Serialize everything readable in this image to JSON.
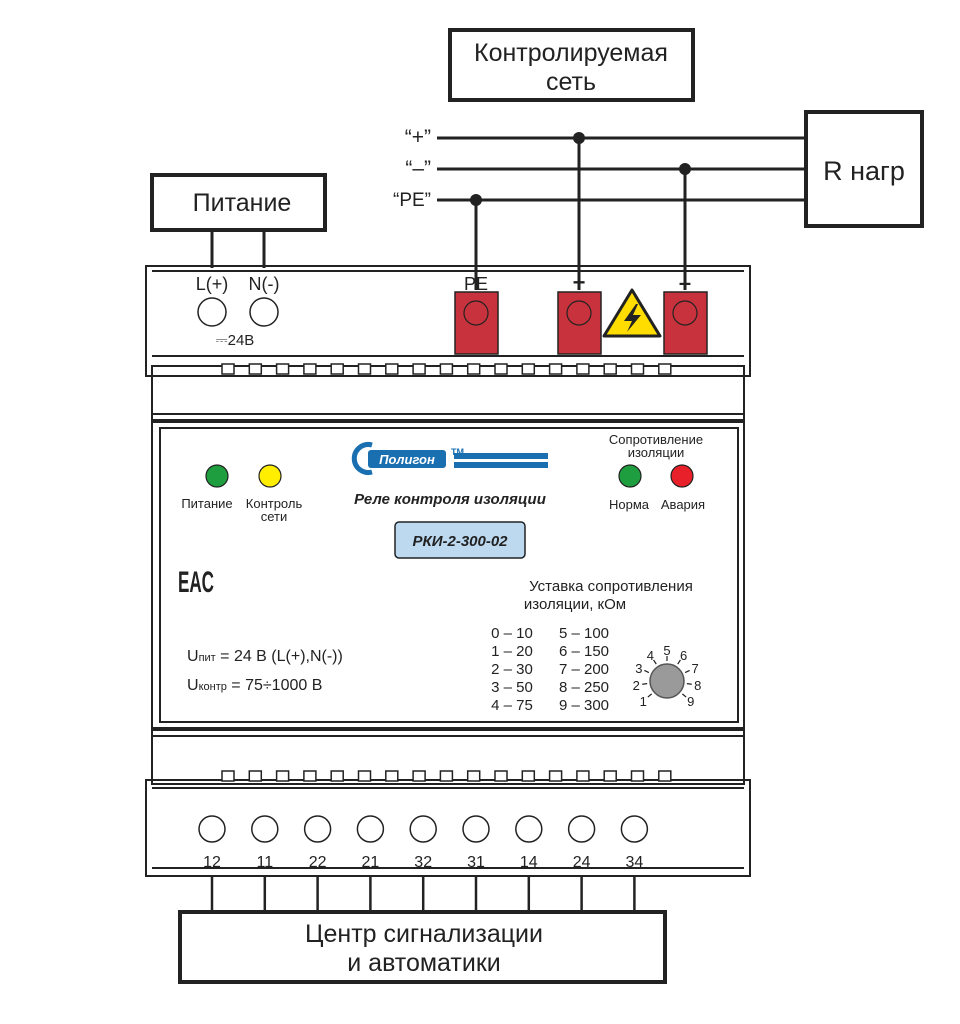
{
  "boxes": {
    "network_line1": "Контролируемая",
    "network_line2": "сеть",
    "power": "Питание",
    "load": "R нагр",
    "center_line1": "Центр сигнализации",
    "center_line2": "и автоматики"
  },
  "line_labels": {
    "plus": "“+”",
    "minus": "“–”",
    "pe": "“PE”"
  },
  "top_terminals": {
    "l_plus": "L(+)",
    "n_minus": "N(-)",
    "voltage": "⎓24В",
    "pe": "PE",
    "plus": "+",
    "minus": "–"
  },
  "front": {
    "brand": "Полигон",
    "brand_tm": "TM",
    "product_name": "Реле контроля изоляции",
    "model": "РКИ-2-300-02",
    "led_power_label": "Питание",
    "led_control_line1": "Контроль",
    "led_control_line2": "сети",
    "resistance_title_line1": "Сопротивление",
    "resistance_title_line2": "изоляции",
    "led_norm_label": "Норма",
    "led_alarm_label": "Авария",
    "cert_mark": "EAC",
    "supply_prefix": "U",
    "supply_sub": "пит",
    "supply_value": " = 24 В (L(+),N(-))",
    "control_prefix": "U",
    "control_sub": "контр",
    "control_value": " = 75÷1000 В",
    "setting_title_line1": "Уставка сопротивления",
    "setting_title_line2": "изоляции, кОм",
    "settings_left": [
      "0 – 10",
      "1 – 20",
      "2 – 30",
      "3 – 50",
      "4 – 75"
    ],
    "settings_right": [
      "5 – 100",
      "6 – 150",
      "7 – 200",
      "8 – 250",
      "9 – 300"
    ],
    "dial_numbers": [
      "1",
      "2",
      "3",
      "4",
      "5",
      "6",
      "7",
      "8",
      "9"
    ]
  },
  "bottom_terminals": [
    "12",
    "11",
    "22",
    "21",
    "32",
    "31",
    "14",
    "24",
    "34"
  ],
  "colors": {
    "led_green": "#1e9e3e",
    "led_yellow": "#ffee00",
    "led_red": "#e8202a",
    "terminal_red": "#c8323c",
    "model_bg": "#bcd9f0",
    "brand_blue": "#1a6fb0",
    "warning_yellow": "#ffdd00"
  }
}
